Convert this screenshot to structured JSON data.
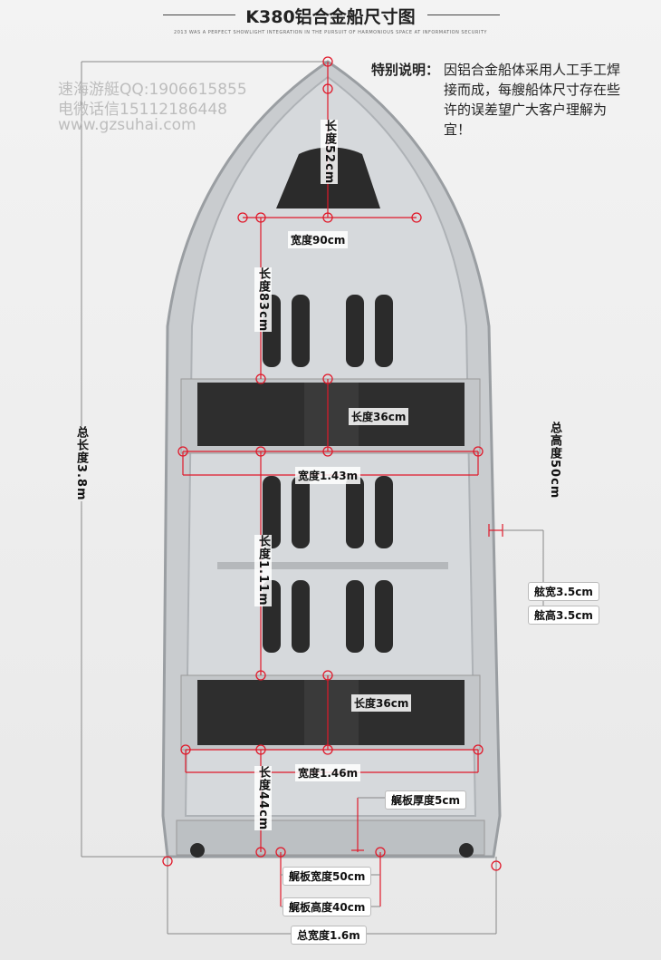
{
  "header": {
    "title": "K380铝合金船尺寸图",
    "subtitle": "2013 WAS A PERFECT SHOWLIGHT INTEGRATION IN THE PURSUIT OF HARMONIOUS SPACE AT INFORMATION SECURITY"
  },
  "watermark": {
    "line1": "速海游艇QQ:1906615855",
    "line2": "电微话信15112186448",
    "line3": "www.gzsuhai.com"
  },
  "note": {
    "label": "特别说明：",
    "text": "因铝合金船体采用人工手工焊接而成，每艘船体尺寸存在些许的误差望广大客户理解为宜！"
  },
  "dimensions": {
    "total_length": "总长度3.8m",
    "bow_length": "长度52cm",
    "bow_width": "宽度90cm",
    "front_length": "长度83cm",
    "seat1_length": "长度36cm",
    "seat1_width": "宽度1.43m",
    "total_height": "总高度50cm",
    "mid_length": "长度1.11m",
    "gunwale_width": "舷宽3.5cm",
    "gunwale_height": "舷高3.5cm",
    "seat2_length": "长度36cm",
    "seat2_width": "宽度1.46m",
    "stern_length": "长度44cm",
    "transom_thickness": "艉板厚度5cm",
    "transom_width": "艉板宽度50cm",
    "transom_height": "艉板高度40cm",
    "total_width": "总宽度1.6m"
  },
  "colors": {
    "accent": "#e0192a",
    "hull": "#c9cccf",
    "pad": "#2b2b2b"
  }
}
